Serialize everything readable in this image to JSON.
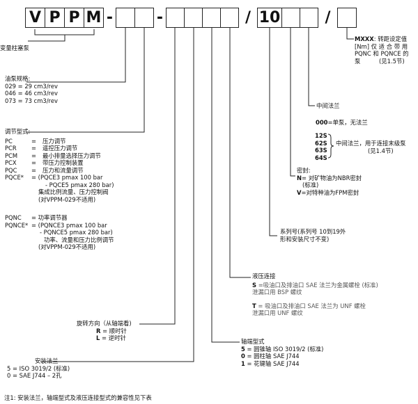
{
  "code": {
    "letters": [
      "V",
      "P",
      "P",
      "M"
    ],
    "dash1": "-",
    "dash2": "-",
    "slash1": "/",
    "ten": "10",
    "slash2": "/"
  },
  "label_pump": "变量柱塞泵",
  "mxxx": {
    "title": "MXXX",
    "lines": [
      ": 转距设定值",
      "[Nm] 仅 适 合 带 用",
      "PQNC 和 PQNCE 的",
      "泵"
    ],
    "note": "(见1.5节)"
  },
  "middle_flange": {
    "title": "中间法兰",
    "none_code": "000",
    "none_text": "=单泵，无法兰",
    "codes": [
      "12S",
      "62S",
      "63S",
      "64S"
    ],
    "desc": "中间法兰，用于连接末级泵",
    "note": "(见1.4节)"
  },
  "seal": {
    "title": "密封:",
    "n_code": "N",
    "n_text": "= 对矿物油为NBR密封",
    "n_std": "(标准)",
    "v_code": "V",
    "v_text": "=对特种油为FPM密封"
  },
  "series": {
    "line1": "系列号(系列号 10到19外",
    "line2": "形和安装尺寸不变)"
  },
  "pump_size": {
    "title": "油泵规格:",
    "rows": [
      "029 = 29 cm3/rev",
      "046 = 46 cm3/rev",
      "073 = 73 cm3/rev"
    ]
  },
  "control": {
    "title": "调节型式:",
    "rows": [
      {
        "code": "PC",
        "eq": "=",
        "desc": "压力调节"
      },
      {
        "code": "PCR",
        "eq": "=",
        "desc": "遥控压力调节"
      },
      {
        "code": "PCM",
        "eq": "=",
        "desc": "最小排量选择压力调节"
      },
      {
        "code": "PCX",
        "eq": "=",
        "desc": "带压力控制装置"
      },
      {
        "code": "PQC",
        "eq": "=",
        "desc": "压力和流量调节"
      }
    ],
    "pqce_code": "PQCE*",
    "pqce_lines": [
      "= (PQCE3 pmax 100 bar",
      "- PQCE5 pmax 280 bar)",
      "集成比例流量、压力控制阀",
      "(对VPPM-029不适用)"
    ],
    "pqnc_code": "PQNC",
    "pqnc_text": "=   功率调节器",
    "pqnce_code": "PQNCE*",
    "pqnce_lines": [
      "= (PQNCE3 pmax 100 bar",
      "- PQNCE5 pmax 280 bar)",
      "功率、流量和压力比例调节",
      "(对VPPM-029不适用)"
    ]
  },
  "hydraulic": {
    "title": "液压连接",
    "s_code": "S",
    "s_line1": "=吸油口及排油口 SAE 法兰为金属螺栓 (标准)",
    "s_line2": "泄漏口用 BSP 螺纹",
    "t_code": "T",
    "t_line1": "= 吸油口及排油口 SAE 法兰为 UNF 螺栓",
    "t_line2": "泄漏口用 UNF 螺纹"
  },
  "rotation": {
    "title": "旋转方向（从轴端看)",
    "r_code": "R",
    "r_text": "= 顺时针",
    "l_code": "L",
    "l_text": "= 逆时针"
  },
  "shaft": {
    "title": "轴端型式",
    "rows": [
      {
        "code": "5",
        "text": "= 圆锥轴  ISO 3019/2 (标准)"
      },
      {
        "code": "0",
        "text": "= 圆柱轴  SAE J744"
      },
      {
        "code": "1",
        "text": "= 花键轴  SAE J744"
      }
    ]
  },
  "mount": {
    "title": "安装法兰",
    "rows": [
      "5 = ISO 3019/2 (标准)",
      "0 = SAE J744 – 2孔"
    ]
  },
  "footnote": "注1: 安装法兰，轴端型式及液压连接型式的兼容性见下表"
}
